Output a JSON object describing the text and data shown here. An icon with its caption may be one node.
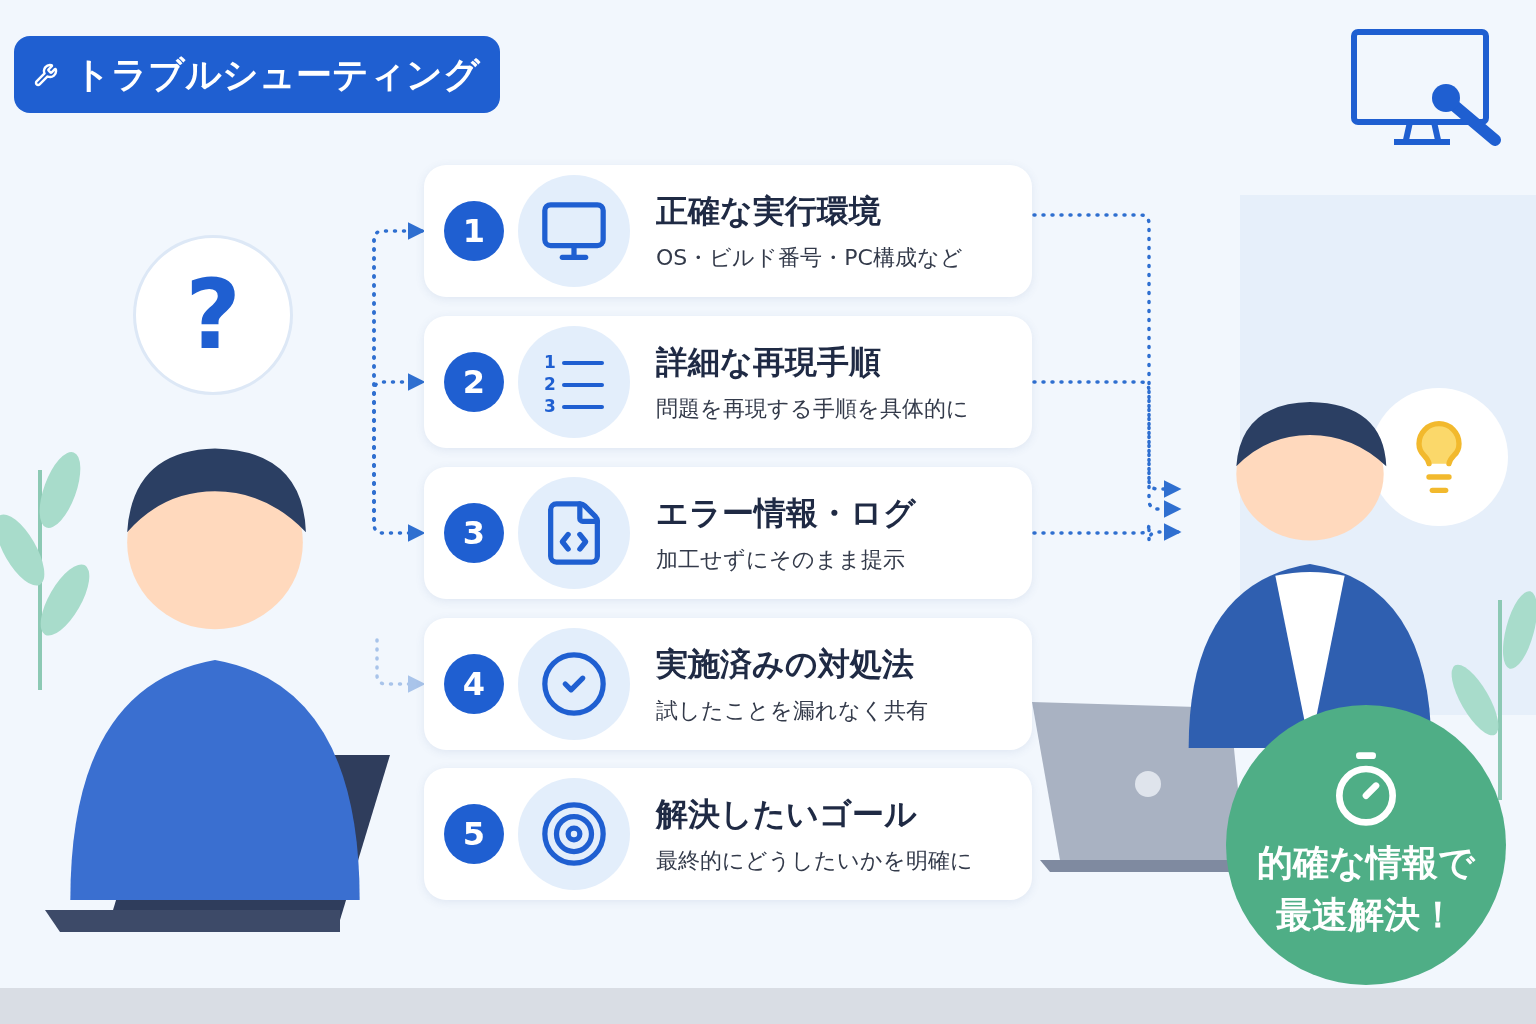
{
  "diagram": {
    "title": "トラブルシューティング",
    "nodes": [
      {
        "text": [],
        "shape": "person"
      },
      {
        "text": [
          "?"
        ]
      },
      {
        "text": [
          "正確な実行環境",
          "OS・ビルド番号・PC構成など"
        ]
      },
      {
        "text": [
          "1"
        ],
        "in": 2
      },
      {
        "text": [
          "詳細な再現手順",
          "問題を再現する手順を具体的に"
        ]
      },
      {
        "text": [
          "2"
        ],
        "in": 4
      },
      {
        "text": [
          "エラー情報・ログ",
          "加工せずにそのまま提示"
        ]
      },
      {
        "text": [
          "3"
        ],
        "in": 6
      },
      {
        "text": [
          "実施済みの対処法",
          "試したことを漏れなく共有"
        ]
      },
      {
        "text": [
          "4"
        ],
        "in": 8
      },
      {
        "text": [
          "解決したいゴール",
          "最終的にどうしたいかを明確に"
        ]
      },
      {
        "text": [
          "5"
        ],
        "in": 10
      },
      {
        "text": [],
        "shape": "person"
      },
      {
        "text": [
          "的確な情報で最速解決！"
        ]
      }
    ],
    "edges": [
      {
        "from": null,
        "to": 2,
        "arrow": "to"
      },
      {
        "from": null,
        "to": 4,
        "arrow": "to"
      },
      {
        "from": null,
        "to": 6,
        "arrow": "to"
      },
      {
        "from": null,
        "to": 8,
        "arrow": "to",
        "color": "#a9c4ea"
      },
      {
        "from": 2,
        "to": 12,
        "arrow": "to"
      },
      {
        "from": 4,
        "to": 12,
        "arrow": "to"
      },
      {
        "from": 6,
        "to": 12,
        "arrow": "to"
      }
    ],
    "labels": [
      "1",
      "2",
      "3"
    ]
  }
}
